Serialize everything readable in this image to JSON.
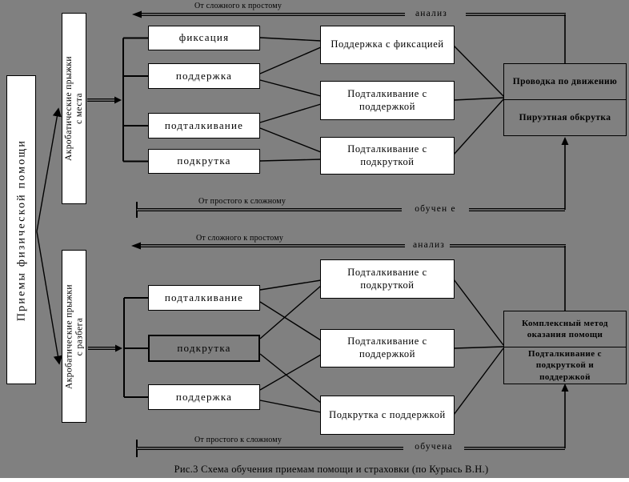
{
  "colors": {
    "background": "#808080",
    "box_fill": "#ffffff",
    "shaded_fill": "#808080",
    "line": "#000000"
  },
  "root_label": "Приемы физической помощи",
  "caption": "Рис.3  Схема обучения приемам помощи и страховки (по Курысь В.Н.)",
  "sections": [
    {
      "branch_line1": "Акробатические прыжки",
      "branch_line2": "с места",
      "flow_top_label": "От сложного к простому",
      "flow_top_mid": "анализ",
      "flow_bottom_label": "От простого к сложному",
      "flow_bottom_mid": "обучен е",
      "techniques": [
        "фиксация",
        "поддержка",
        "подталкивание",
        "подкрутка"
      ],
      "combinations": [
        "Поддержка с фиксацией",
        "Подталкивание с поддержкой",
        "Подталкивание с подкруткой"
      ],
      "result_top": "Проводка по движению",
      "result_bottom": "Пируэтная обкрутка"
    },
    {
      "branch_line1": "Акробатические прыжки",
      "branch_line2": "с разбега",
      "flow_top_label": "От сложного к простому",
      "flow_top_mid": "анализ",
      "flow_bottom_label": "От простого к сложному",
      "flow_bottom_mid": "обучена",
      "techniques": [
        "подталкивание",
        "подкрутка",
        "поддержка"
      ],
      "combinations": [
        "Подталкивание с подкруткой",
        "Подталкивание с поддержкой",
        "Подкрутка с поддержкой"
      ],
      "result_top": "Комплексный метод оказания помощи",
      "result_bottom": "Подталкивание с подкруткой и поддержкой"
    }
  ]
}
